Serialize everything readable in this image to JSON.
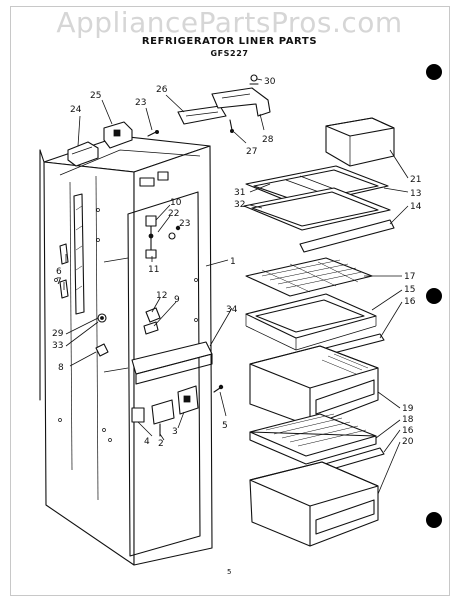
{
  "watermark": "AppliancePartsPros.com",
  "title": "REFRIGERATOR LINER PARTS",
  "model": "GFS227",
  "page_number": "5",
  "callouts": [
    "30",
    "26",
    "25",
    "24",
    "23",
    "28",
    "27",
    "10",
    "22",
    "23",
    "11",
    "1",
    "21",
    "31",
    "13",
    "32",
    "14",
    "6",
    "7",
    "12",
    "9",
    "34",
    "17",
    "15",
    "16",
    "29",
    "33",
    "8",
    "5",
    "4",
    "2",
    "3",
    "19",
    "18",
    "16",
    "20"
  ]
}
